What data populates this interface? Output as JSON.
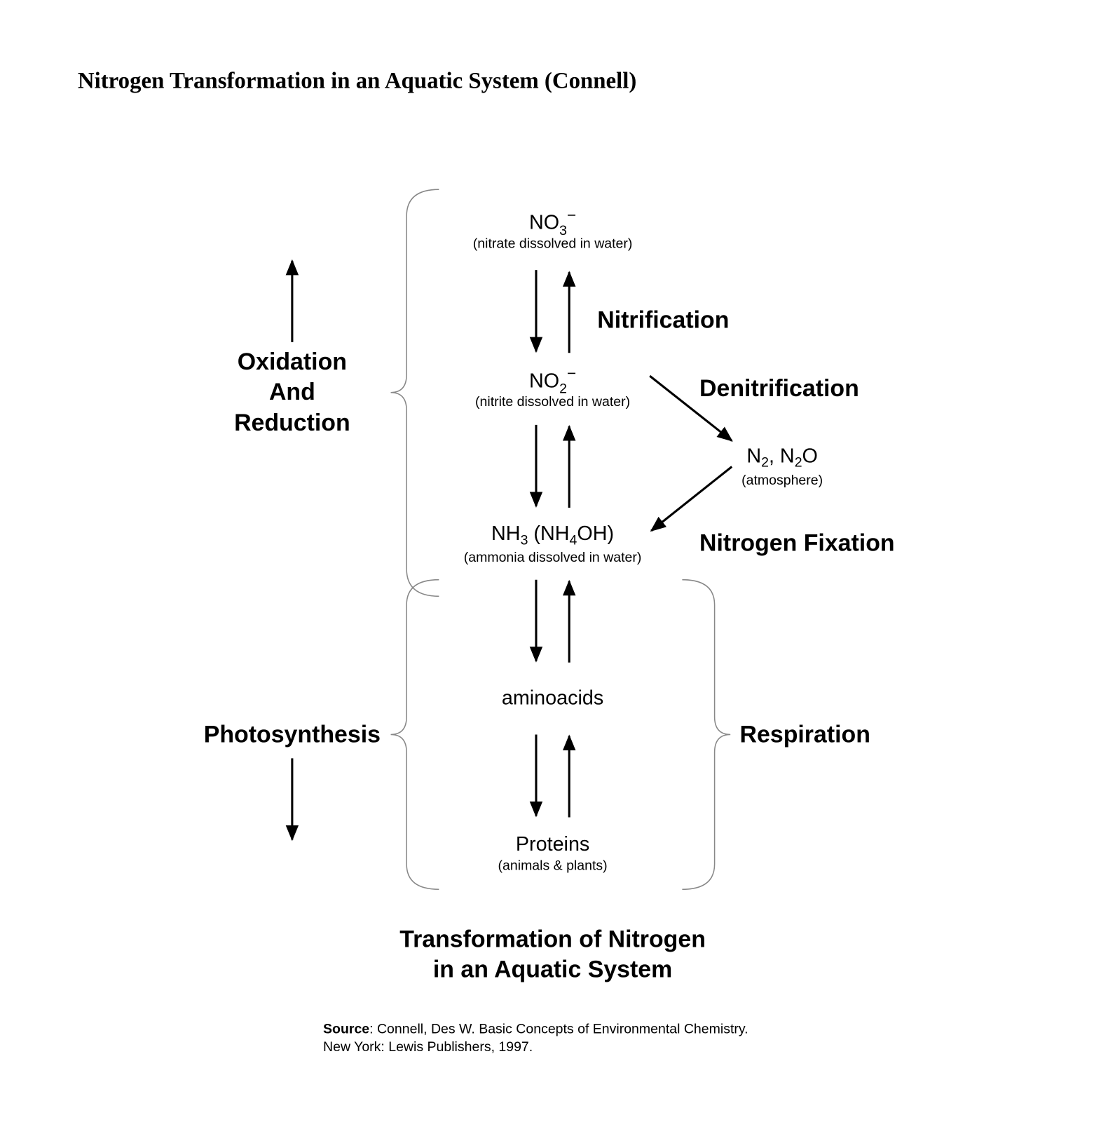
{
  "page_title": "Nitrogen Transformation in an Aquatic System (Connell)",
  "nodes": {
    "nitrate": {
      "formula": "NO",
      "sub": "3",
      "sup": "−",
      "desc": "(nitrate dissolved in water)"
    },
    "nitrite": {
      "formula": "NO",
      "sub": "2",
      "sup": "−",
      "desc": "(nitrite dissolved in water)"
    },
    "ammonia": {
      "f1": "NH",
      "s1": "3",
      "f2": " (NH",
      "s2": "4",
      "f3": "OH)",
      "desc": "(ammonia dissolved in water)"
    },
    "atmosphere": {
      "f1": "N",
      "s1": "2",
      "f2": ", N",
      "s2": "2",
      "f3": "O",
      "desc": "(atmosphere)"
    },
    "aminoacids": {
      "label": "aminoacids"
    },
    "proteins": {
      "label": "Proteins",
      "desc": "(animals & plants)"
    }
  },
  "processes": {
    "nitrification": "Nitrification",
    "denitrification": "Denitrification",
    "nitrogen_fixation": "Nitrogen Fixation",
    "oxidation_reduction": [
      "Oxidation",
      "And",
      "Reduction"
    ],
    "photosynthesis": "Photosynthesis",
    "respiration": "Respiration"
  },
  "caption": [
    "Transformation of Nitrogen",
    "in an Aquatic System"
  ],
  "source": {
    "label": "Source",
    "line1": ": Connell, Des W. Basic Concepts of Environmental Chemistry.",
    "line2": "New York: Lewis Publishers, 1997."
  }
}
